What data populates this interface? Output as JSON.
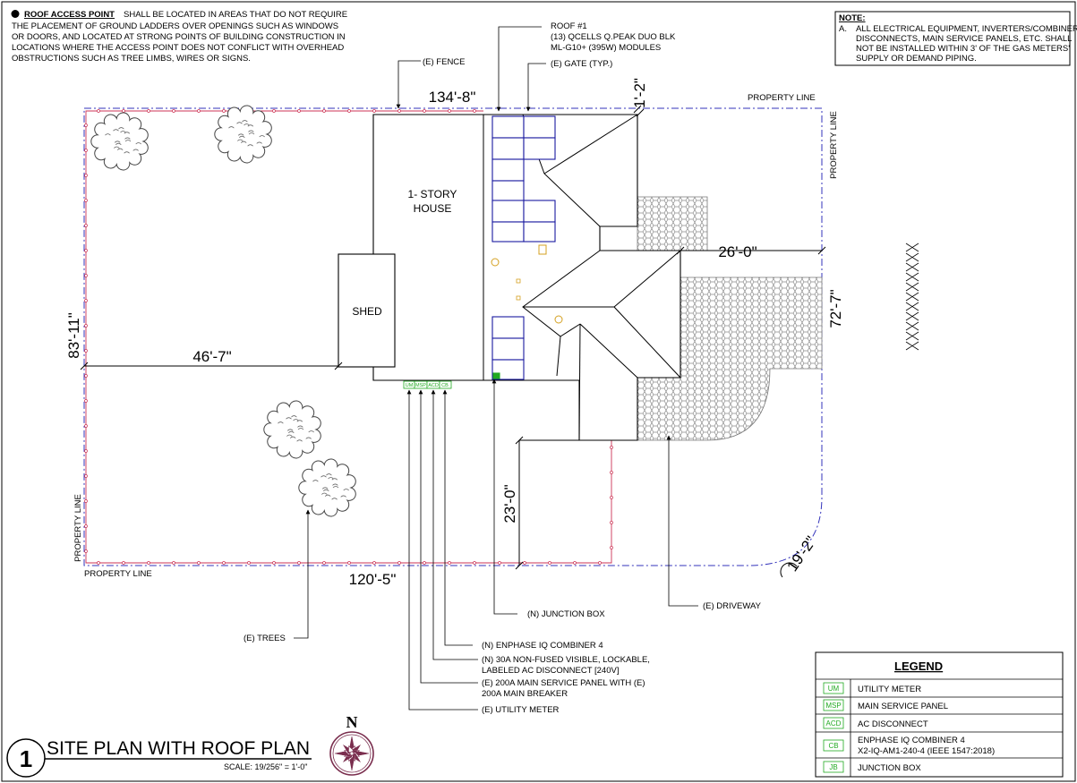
{
  "notes": {
    "access_title": "ROOF ACCESS POINT",
    "access_line1": "SHALL BE LOCATED IN AREAS THAT DO NOT REQUIRE",
    "access_line2": "THE PLACEMENT OF GROUND LADDERS OVER OPENINGS SUCH AS WINDOWS",
    "access_line3": "OR DOORS, AND LOCATED AT STRONG POINTS OF BUILDING CONSTRUCTION IN",
    "access_line4": "LOCATIONS WHERE THE ACCESS POINT DOES NOT CONFLICT WITH OVERHEAD",
    "access_line5": "OBSTRUCTIONS SUCH AS TREE LIMBS, WIRES OR SIGNS.",
    "note_heading": "NOTE:",
    "note_letter": "A.",
    "note_line1": "ALL ELECTRICAL EQUIPMENT, INVERTERS/COMBINER,",
    "note_line2": "DISCONNECTS, MAIN SERVICE PANELS, ETC. SHALL",
    "note_line3": "NOT BE INSTALLED WITHIN 3' OF THE GAS METERS'",
    "note_line4": "SUPPLY OR DEMAND PIPING."
  },
  "callouts": {
    "roof_line1": "ROOF #1",
    "roof_line2": "(13) QCELLS Q.PEAK DUO BLK",
    "roof_line3": "ML-G10+  (395W) MODULES",
    "fence": "(E) FENCE",
    "gate": "(E) GATE (TYP.)",
    "junction_box": "(N) JUNCTION BOX",
    "driveway": "(E) DRIVEWAY",
    "trees": "(E) TREES",
    "combiner": "(N) ENPHASE IQ COMBINER 4",
    "disconnect_line1": "(N) 30A NON-FUSED VISIBLE, LOCKABLE,",
    "disconnect_line2": "LABELED AC DISCONNECT [240V]",
    "msp_line1": "(E) 200A MAIN SERVICE PANEL WITH (E)",
    "msp_line2": "200A MAIN BREAKER",
    "utility_meter": "(E) UTILITY METER"
  },
  "plan_labels": {
    "house_line1": "1- STORY",
    "house_line2": "HOUSE",
    "shed": "SHED",
    "property_line_top": "PROPERTY LINE",
    "property_line_right": "PROPERTY LINE",
    "property_line_left": "PROPERTY LINE",
    "property_line_bottom": "PROPERTY LINE"
  },
  "dimensions": {
    "top": "134'-8\"",
    "top_right": "1'-2\"",
    "left": "83'-11\"",
    "shed_offset": "46'-7\"",
    "driveway_width": "26'-0\"",
    "right": "72'-7\"",
    "front_setback": "23'-0\"",
    "bottom": "120'-5\"",
    "corner_radius": "19'-2\""
  },
  "equipment_tags": {
    "um": "UM",
    "msp": "MSP",
    "acd": "ACD",
    "cb": "CB"
  },
  "legend": {
    "title": "LEGEND",
    "items": [
      {
        "symbol": "UM",
        "label": "UTILITY METER",
        "label2": ""
      },
      {
        "symbol": "MSP",
        "label": "MAIN SERVICE PANEL",
        "label2": ""
      },
      {
        "symbol": "ACD",
        "label": "AC DISCONNECT",
        "label2": ""
      },
      {
        "symbol": "CB",
        "label": "ENPHASE IQ COMBINER 4",
        "label2": "X2-IQ-AM1-240-4 (IEEE 1547:2018)"
      },
      {
        "symbol": "JB",
        "label": "JUNCTION BOX",
        "label2": ""
      }
    ]
  },
  "title_block": {
    "number": "1",
    "title": "SITE PLAN WITH ROOF PLAN",
    "scale": "SCALE: 19/256\" = 1'-0\"",
    "north": "N"
  },
  "colors": {
    "module": "#1a1aa0",
    "equipment": "#22aa22",
    "property_line": "#3333bb",
    "fence": "#cc3355",
    "conduit": "#b0306a",
    "driveway": "#888888"
  }
}
